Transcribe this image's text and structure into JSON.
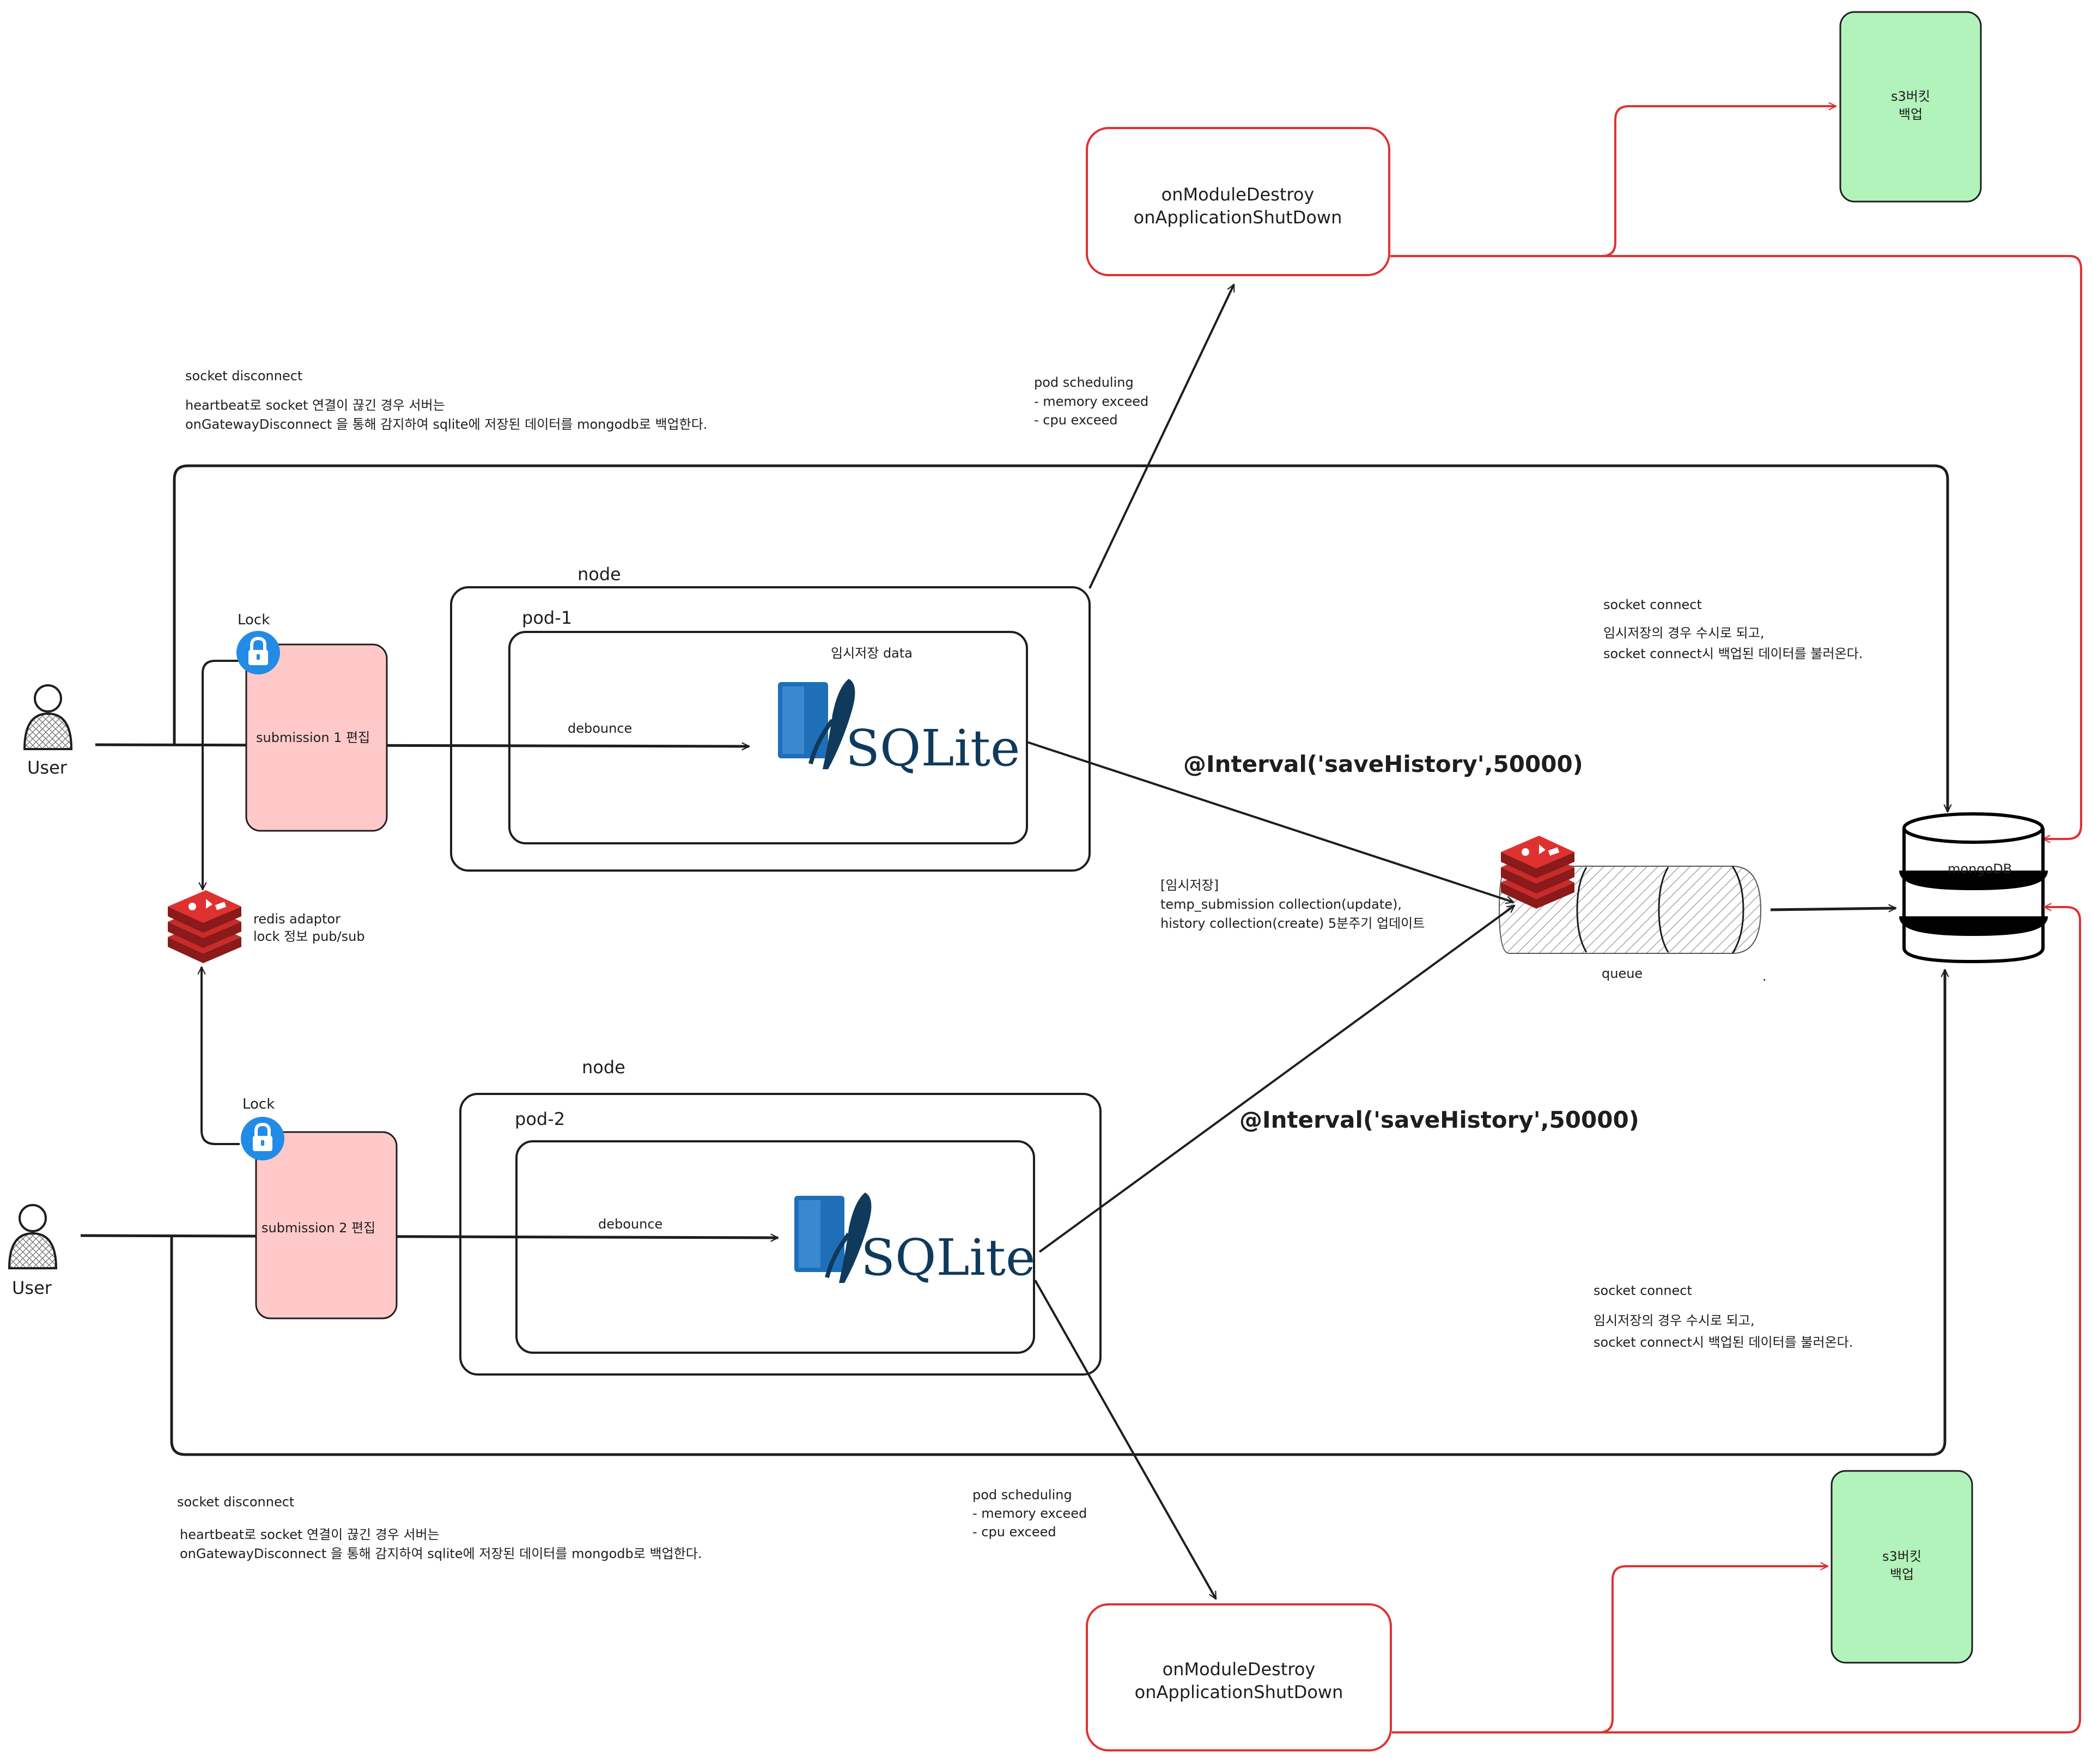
{
  "colors": {
    "ink": "#1e1e1e",
    "red": "#e03131",
    "submission_fill": "#ffc9c9",
    "s3_fill": "#b2f2bb",
    "lock_blue": "#228be6",
    "redis_red": "#c92a2a",
    "sqlite_blue": "#1e6fb8"
  },
  "top": {
    "user_label": "User",
    "lock_label": "Lock",
    "submission_label": "submission 1 편집",
    "node_label": "node",
    "pod_label": "pod-1",
    "temp_data_label": "임시저장 data",
    "debounce_label": "debounce",
    "sqlite_label": "SQLite",
    "interval_label": "@Interval('saveHistory',50000)",
    "lifecycle_line1": "onModuleDestroy",
    "lifecycle_line2": "onApplicationShutDown",
    "s3_line1": "s3버킷",
    "s3_line2": "백업",
    "pod_scheduling": [
      "pod scheduling",
      "- memory exceed",
      "- cpu exceed"
    ],
    "socket_disconnect_title": "socket disconnect",
    "socket_disconnect_lines": [
      "heartbeat로 socket 연결이 끊긴 경우 서버는",
      "onGatewayDisconnect 을 통해 감지하여 sqlite에 저장된 데이터를 mongodb로 백업한다."
    ],
    "socket_connect_title": "socket connect",
    "socket_connect_lines": [
      "임시저장의 경우 수시로 되고,",
      "socket connect시 백업된 데이터를 불러온다."
    ]
  },
  "bottom": {
    "user_label": "User",
    "lock_label": "Lock",
    "submission_label": "submission 2 편집",
    "node_label": "node",
    "pod_label": "pod-2",
    "debounce_label": "debounce",
    "sqlite_label": "SQLite",
    "interval_label": "@Interval('saveHistory',50000)",
    "lifecycle_line1": "onModuleDestroy",
    "lifecycle_line2": "onApplicationShutDown",
    "s3_line1": "s3버킷",
    "s3_line2": "백업",
    "pod_scheduling": [
      "pod scheduling",
      "- memory exceed",
      "- cpu exceed"
    ],
    "socket_disconnect_title": "socket disconnect",
    "socket_disconnect_lines": [
      "heartbeat로 socket 연결이 끊긴 경우 서버는",
      "onGatewayDisconnect 을 통해 감지하여 sqlite에 저장된 데이터를 mongodb로 백업한다."
    ],
    "socket_connect_title": "socket connect",
    "socket_connect_lines": [
      "임시저장의 경우 수시로 되고,",
      "socket connect시 백업된 데이터를 불러온다."
    ]
  },
  "middle": {
    "redis_line1": "redis adaptor",
    "redis_line2": "lock 정보 pub/sub",
    "temp_save_lines": [
      "[임시저장]",
      "temp_submission collection(update),",
      "history collection(create) 5분주기 업데이트"
    ],
    "queue_label": "queue",
    "queue_dot": ".",
    "mongodb_label": "mongoDB"
  },
  "icons": {
    "user": "user-icon",
    "lock": "lock-icon",
    "redis": "redis-icon",
    "sqlite": "sqlite-feather-icon",
    "queue": "queue-cylinder-icon",
    "mongodb": "database-icon"
  }
}
